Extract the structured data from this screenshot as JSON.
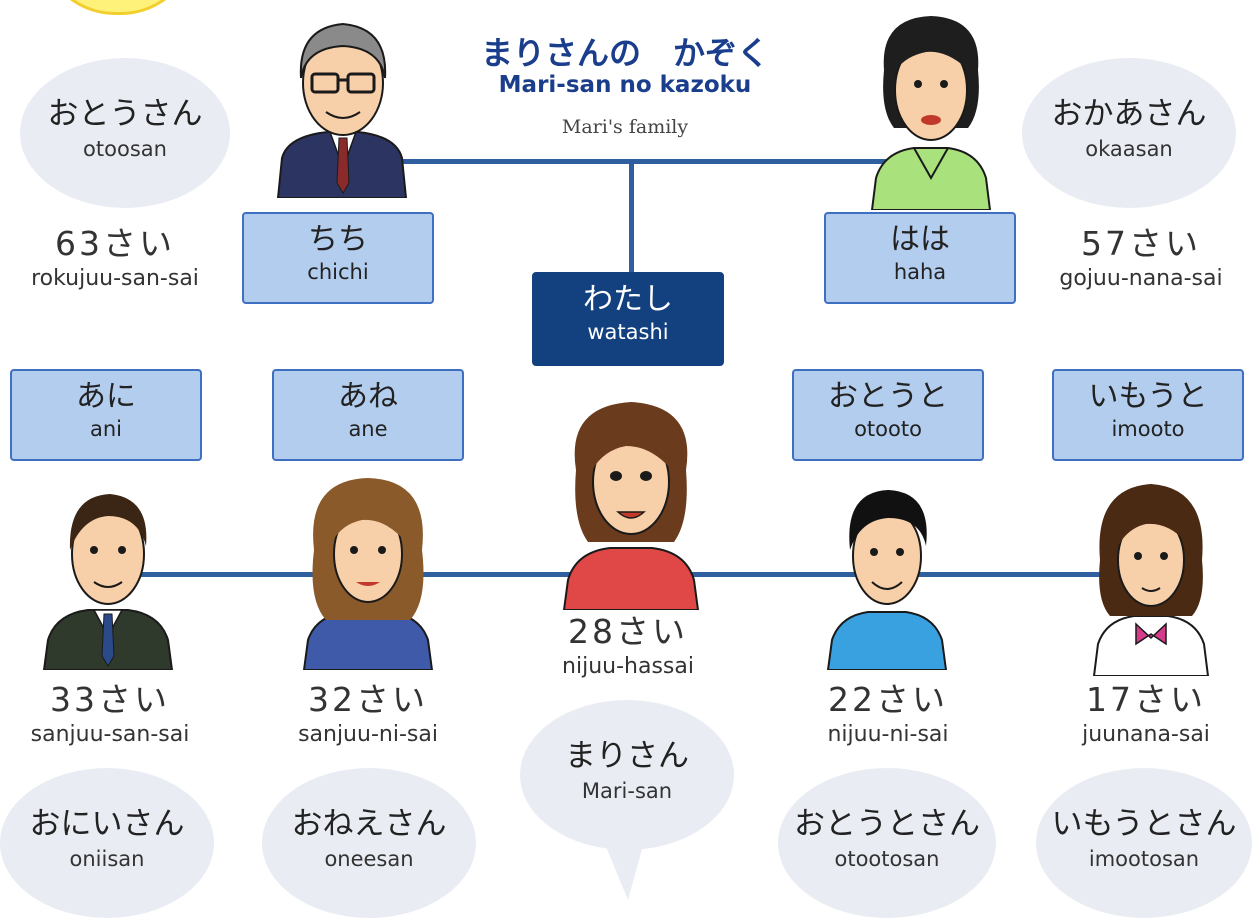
{
  "title": {
    "japanese": "まりさんの　かぞく",
    "romaji": "Mari-san no kazoku",
    "english": "Mari's family"
  },
  "members": {
    "father": {
      "box_jp": "ちち",
      "box_ro": "chichi",
      "call_jp": "おとうさん",
      "call_ro": "otoosan",
      "age": "63さい",
      "age_ro": "rokujuu-san-sai"
    },
    "mother": {
      "box_jp": "はは",
      "box_ro": "haha",
      "call_jp": "おかあさん",
      "call_ro": "okaasan",
      "age": "57さい",
      "age_ro": "gojuu-nana-sai"
    },
    "self": {
      "box_jp": "わたし",
      "box_ro": "watashi",
      "call_jp": "まりさん",
      "call_ro": "Mari-san",
      "age": "28さい",
      "age_ro": "nijuu-hassai"
    },
    "elder_brother": {
      "box_jp": "あに",
      "box_ro": "ani",
      "call_jp": "おにいさん",
      "call_ro": "oniisan",
      "age": "33さい",
      "age_ro": "sanjuu-san-sai"
    },
    "elder_sister": {
      "box_jp": "あね",
      "box_ro": "ane",
      "call_jp": "おねえさん",
      "call_ro": "oneesan",
      "age": "32さい",
      "age_ro": "sanjuu-ni-sai"
    },
    "younger_brother": {
      "box_jp": "おとうと",
      "box_ro": "otooto",
      "call_jp": "おとうとさん",
      "call_ro": "otootosan",
      "age": "22さい",
      "age_ro": "nijuu-ni-sai"
    },
    "younger_sister": {
      "box_jp": "いもうと",
      "box_ro": "imooto",
      "call_jp": "いもうとさん",
      "call_ro": "imootosan",
      "age": "17さい",
      "age_ro": "juunana-sai"
    }
  },
  "colors": {
    "title": "#1a3e8c",
    "box_fill": "#b3cdee",
    "box_border": "#3f6fc0",
    "self_box": "#13407e",
    "bubble": "#e9edf3",
    "line": "#2f5f9e"
  }
}
